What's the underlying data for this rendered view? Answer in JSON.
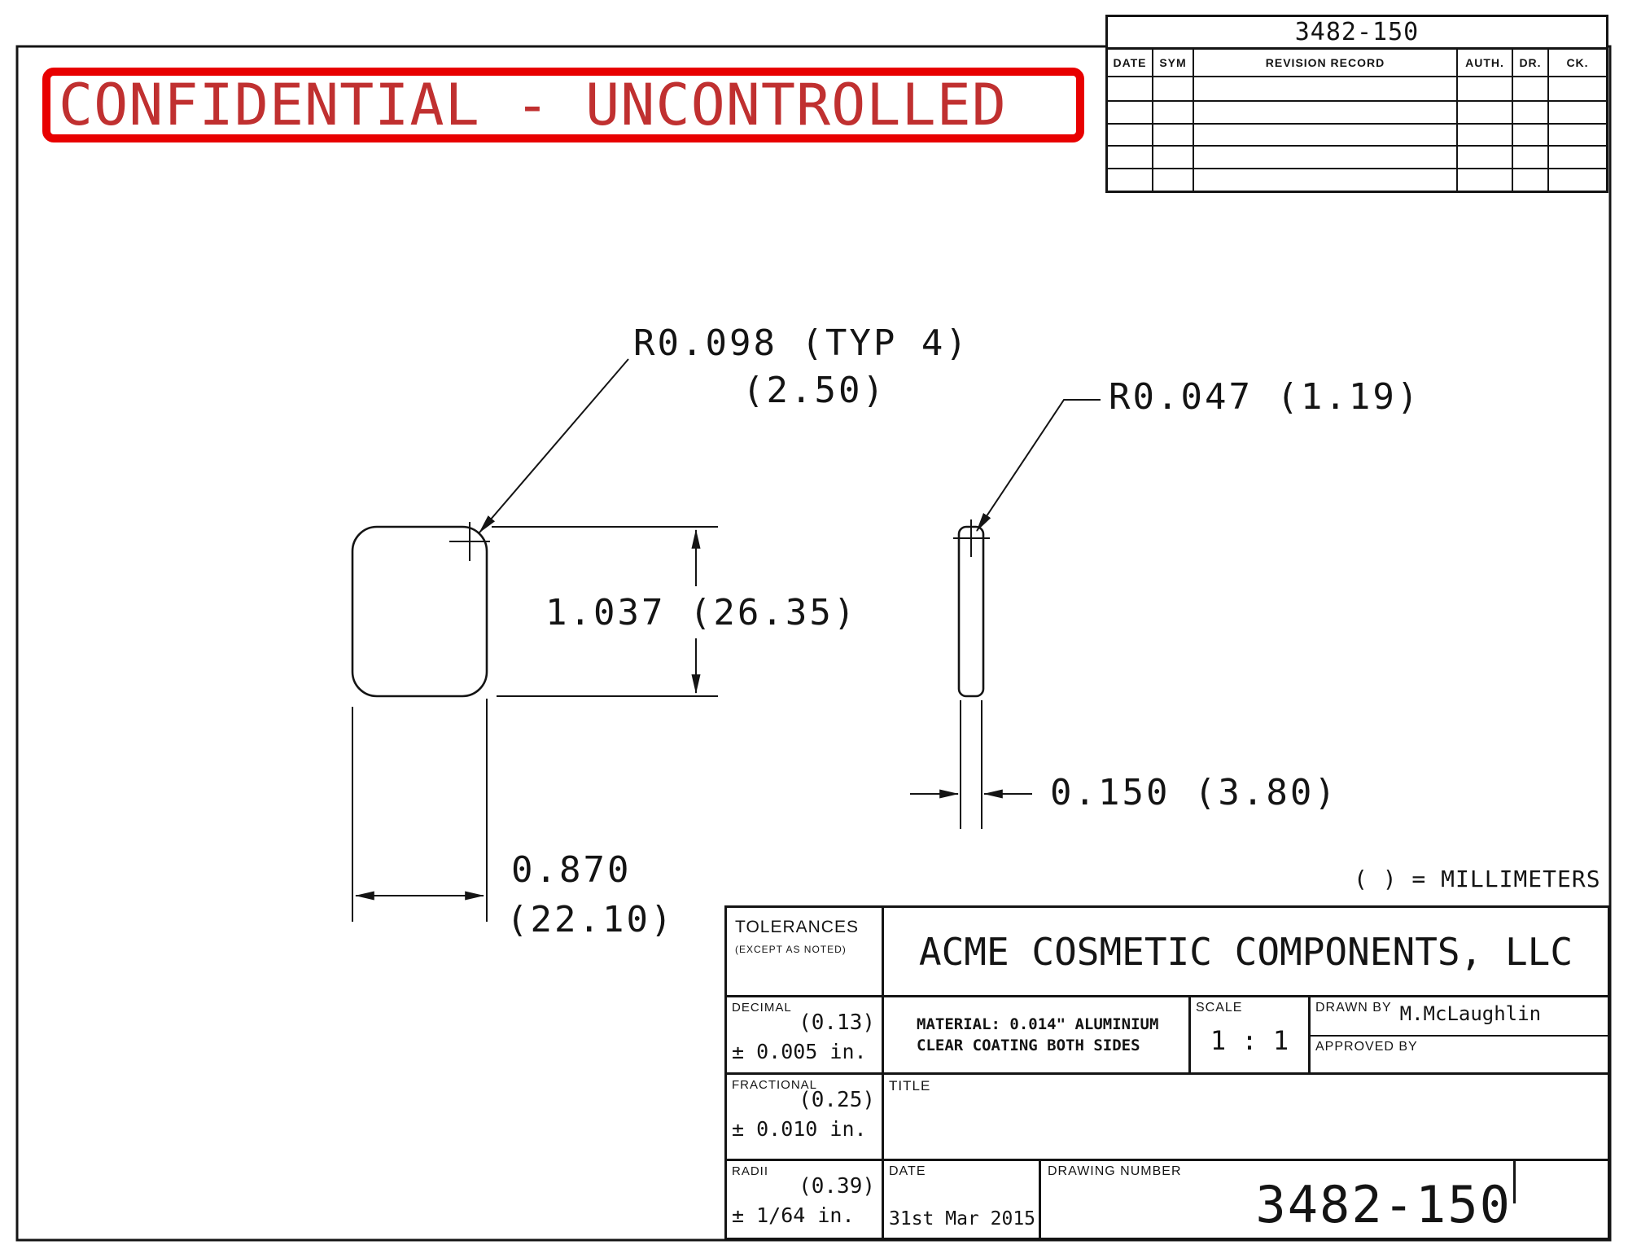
{
  "stamp": {
    "text": "CONFIDENTIAL - UNCONTROLLED",
    "border_color": "#e80000",
    "text_color": "#c03030"
  },
  "revision_table": {
    "part_number": "3482-150",
    "columns": [
      "DATE",
      "SYM",
      "REVISION RECORD",
      "AUTH.",
      "DR.",
      "CK."
    ],
    "empty_rows": 5
  },
  "drawing": {
    "corner_radius_callout": {
      "line1": "R0.098 (TYP 4)",
      "line2": "(2.50)"
    },
    "edge_radius_callout": "R0.047 (1.19)",
    "height_dim": "1.037 (26.35)",
    "width_dim": {
      "inches": "0.870",
      "mm": "(22.10)"
    },
    "thickness_dim": "0.150 (3.80)",
    "units_note": "( ) = MILLIMETERS"
  },
  "title_block": {
    "tolerances": {
      "header": "TOLERANCES",
      "subheader": "(EXCEPT AS NOTED)",
      "rows": [
        {
          "label": "DECIMAL",
          "mm": "(0.13)",
          "value": "± 0.005 in."
        },
        {
          "label": "FRACTIONAL",
          "mm": "(0.25)",
          "value": "± 0.010 in."
        },
        {
          "label": "RADII",
          "mm": "(0.39)",
          "value": "± 1/64 in."
        }
      ]
    },
    "company": "ACME COSMETIC COMPONENTS, LLC",
    "material_line1": "MATERIAL: 0.014\" ALUMINIUM",
    "material_line2": "CLEAR COATING BOTH SIDES",
    "scale_label": "SCALE",
    "scale_value": "1 : 1",
    "drawn_by_label": "DRAWN BY",
    "drawn_by": "M.McLaughlin",
    "approved_by_label": "APPROVED BY",
    "title_label": "TITLE",
    "date_label": "DATE",
    "date_value": "31st Mar 2015",
    "drawing_number_label": "DRAWING NUMBER",
    "drawing_number": "3482-150"
  }
}
